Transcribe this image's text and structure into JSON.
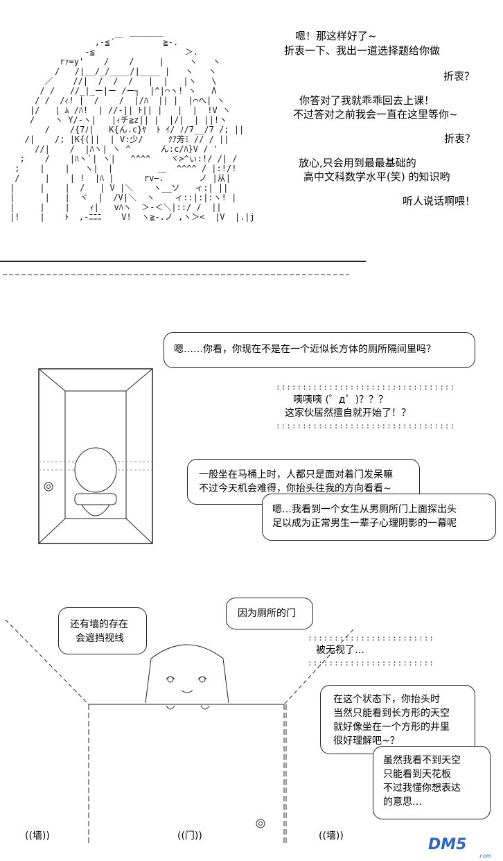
{
  "panel1": {
    "lines": [
      "嗯！那这样好了~",
      "折衷一下、我出一道选择题给你做",
      "折衷？",
      "你答对了我就乖乖回去上课！",
      "不过答对之前我会一直在这里等你~",
      "折衷？",
      "放心,只会用到最最基础的",
      "高中文科数学水平(笑) 的知识哟",
      "听人说话啊喂！"
    ]
  },
  "panel2": {
    "bubble_top": "嗯……你看，你现在不是在一个近似长方体的厕所隔间里吗？",
    "dots_lines": [
      "咦咦咦 (゜д゜)？？？",
      "这家伙居然擅自就开始了！？"
    ],
    "bubble_mid": [
      "一般坐在马桶上时，人都只是面对着门发呆嘛",
      "不过今天机会难得，你抬头往我的方向看看~"
    ],
    "bubble_right": [
      "嗯…我看到一个女生从男厕所门上面探出头",
      "足以成为正常男生一辈子心理阴影的一幕呢"
    ]
  },
  "panel3": {
    "bubble_wall": [
      "还有墙的存在",
      "会遮挡视线"
    ],
    "bubble_door": "因为厕所的门",
    "ignored": "被无视了…",
    "bubble_explain": [
      "在这个状态下，你抬头时",
      "当然只能看到长方形的天空",
      "就好像坐在一个方形的井里",
      "很好理解吧~？"
    ],
    "bubble_reply": [
      "虽然我看不到天空",
      "只能看到天花板",
      "不过我懂你想表达",
      "的意思…"
    ],
    "label_wall_left": "((墙))",
    "label_door": "((门))",
    "label_wall_right": "((墙))"
  },
  "watermark": {
    "text": "DM5",
    "sub": ".com"
  }
}
